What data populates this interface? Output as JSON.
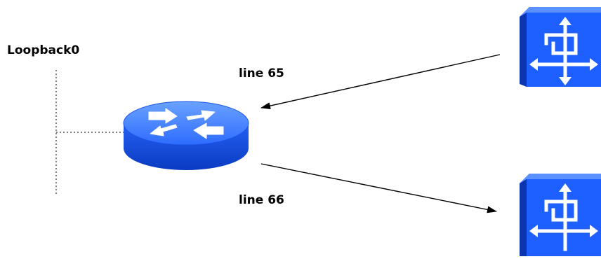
{
  "diagram": {
    "labels": {
      "loopback": "Loopback0",
      "line_65": "line 65",
      "line_66": "line 66"
    },
    "icons": {
      "router": "router-icon",
      "switch_top": "access-server-icon",
      "switch_bottom": "access-server-icon"
    },
    "colors": {
      "device_blue": "#1e5fff",
      "device_dark": "#0b3fd0",
      "device_light": "#5a90ff",
      "arrow_white": "#ffffff",
      "line": "#000000"
    }
  }
}
